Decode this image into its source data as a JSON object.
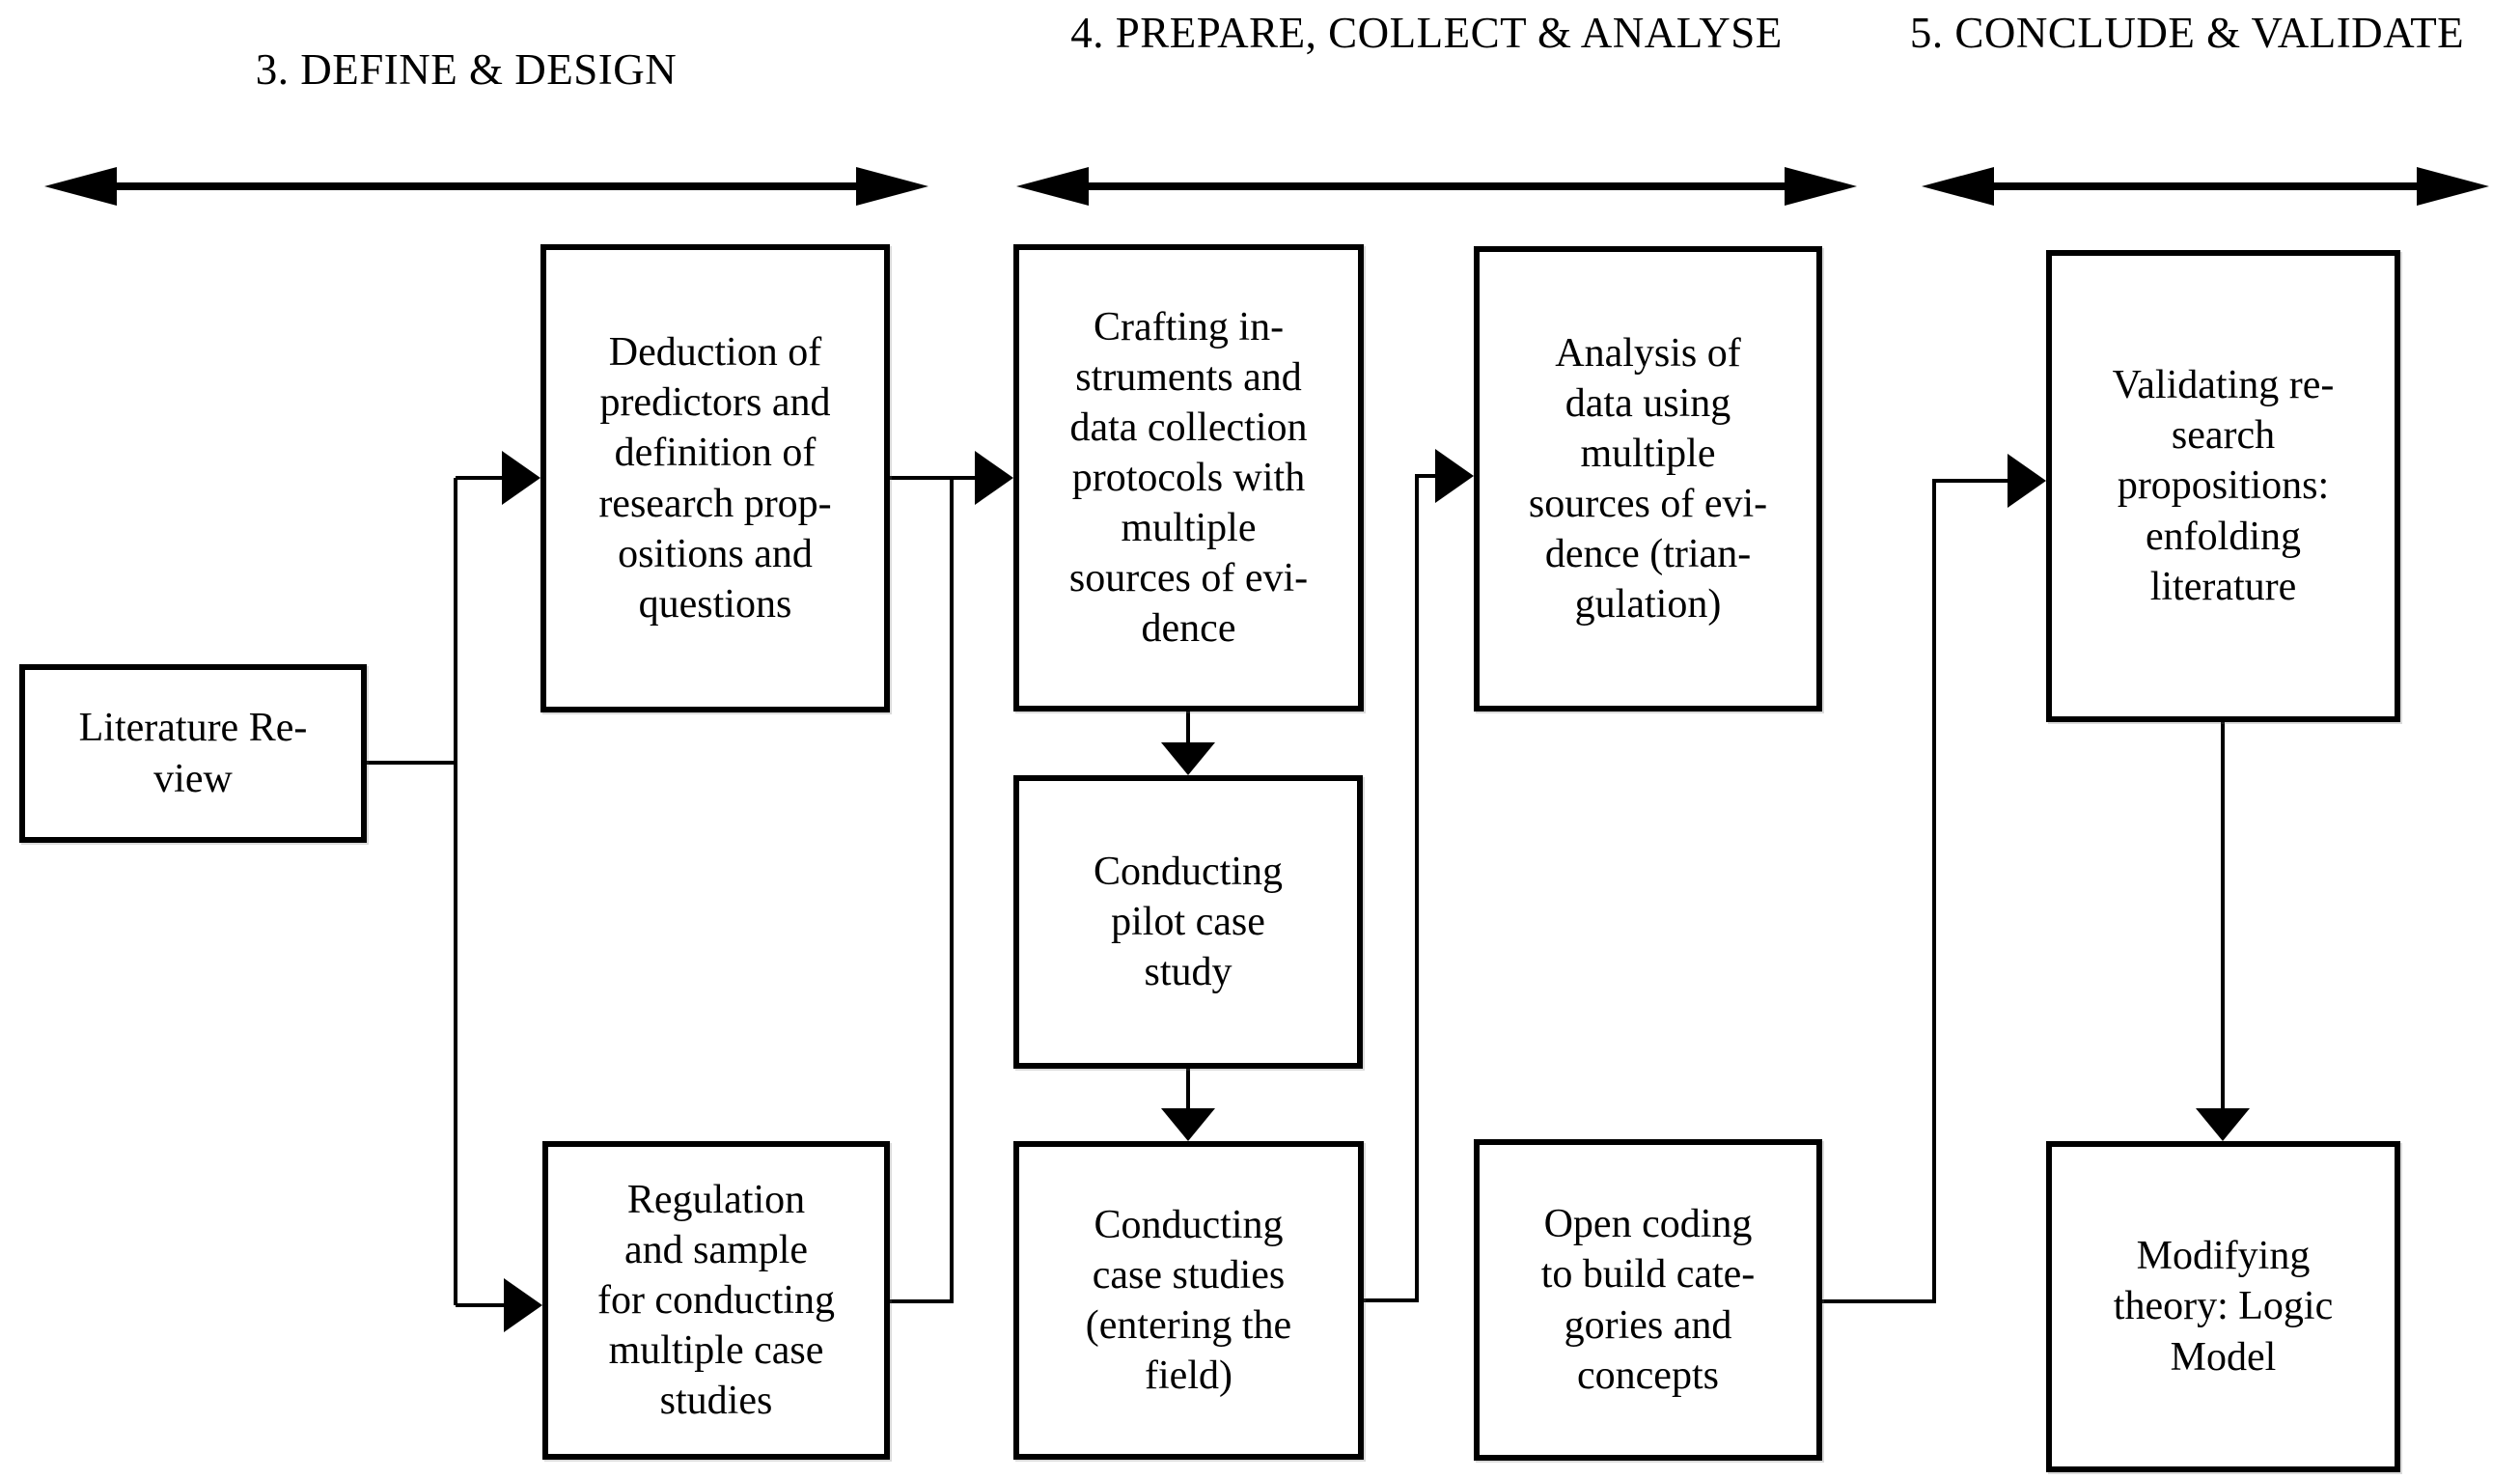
{
  "page": {
    "background": "#ffffff",
    "line_color": "#000000"
  },
  "phases": [
    {
      "id": "define-design",
      "label": "3. DEFINE & DESIGN"
    },
    {
      "id": "prepare-collect-analyse",
      "label": "4. PREPARE, COLLECT & ANALYSE"
    },
    {
      "id": "conclude-validate",
      "label": "5. CONCLUDE & VALIDATE"
    }
  ],
  "boxes": [
    {
      "id": "literature-review",
      "text": "Literature Re-\nview"
    },
    {
      "id": "deduction",
      "text": "Deduction of\npredictors and\ndefinition of\nresearch prop-\nositions and\nquestions"
    },
    {
      "id": "regulation",
      "text": "Regulation\nand sample\nfor conducting\nmultiple case\nstudies"
    },
    {
      "id": "crafting",
      "text": "Crafting in-\nstruments and\ndata collection\nprotocols with\nmultiple\nsources of evi-\ndence"
    },
    {
      "id": "pilot",
      "text": "Conducting\npilot case\nstudy"
    },
    {
      "id": "case-studies",
      "text": "Conducting\ncase studies\n(entering the\nfield)"
    },
    {
      "id": "analysis",
      "text": "Analysis of\ndata using\nmultiple\nsources of evi-\ndence (trian-\ngulation)"
    },
    {
      "id": "open-coding",
      "text": "Open coding\nto build cate-\ngories and\nconcepts"
    },
    {
      "id": "validating",
      "text": "Validating re-\nsearch\npropositions:\nenfolding\nliterature"
    },
    {
      "id": "modifying",
      "text": "Modifying\ntheory: Logic\nModel"
    }
  ]
}
